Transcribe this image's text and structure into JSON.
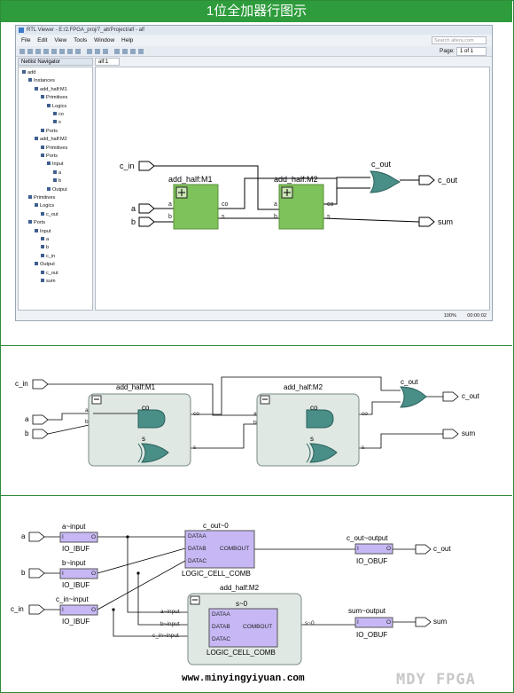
{
  "banner_title": "1位全加器行图示",
  "window": {
    "title": "RTL Viewer - E:/2.FPGA_proj/7_alt/Project/alf - alf",
    "menu": [
      "File",
      "Edit",
      "View",
      "Tools",
      "Window",
      "Help"
    ],
    "search_placeholder": "Search altera.com",
    "page_label": "Page:",
    "page_value": "1 of 1",
    "nav_title": "Netlist Navigator",
    "tab_name": "alf:1",
    "zoom": "100%",
    "time": "00:00:02",
    "tree": [
      {
        "level": 0,
        "label": "add"
      },
      {
        "level": 1,
        "label": "Instances"
      },
      {
        "level": 2,
        "label": "add_half:M1"
      },
      {
        "level": 3,
        "label": "Primitives"
      },
      {
        "level": 4,
        "label": "Logics"
      },
      {
        "level": 5,
        "label": "co"
      },
      {
        "level": 5,
        "label": "s"
      },
      {
        "level": 3,
        "label": "Ports"
      },
      {
        "level": 2,
        "label": "add_half:M2"
      },
      {
        "level": 3,
        "label": "Primitives"
      },
      {
        "level": 3,
        "label": "Ports"
      },
      {
        "level": 4,
        "label": "Input"
      },
      {
        "level": 5,
        "label": "a"
      },
      {
        "level": 5,
        "label": "b"
      },
      {
        "level": 4,
        "label": "Output"
      },
      {
        "level": 1,
        "label": "Primitives"
      },
      {
        "level": 2,
        "label": "Logics"
      },
      {
        "level": 3,
        "label": "c_out"
      },
      {
        "level": 1,
        "label": "Ports"
      },
      {
        "level": 2,
        "label": "Input"
      },
      {
        "level": 3,
        "label": "a"
      },
      {
        "level": 3,
        "label": "b"
      },
      {
        "level": 3,
        "label": "c_in"
      },
      {
        "level": 2,
        "label": "Output"
      },
      {
        "level": 3,
        "label": "c_out"
      },
      {
        "level": 3,
        "label": "sum"
      }
    ]
  },
  "rtl": {
    "c_in": "c_in",
    "a": "a",
    "b": "b",
    "m1": "add_half:M1",
    "m2": "add_half:M2",
    "c_out_gate": "c_out",
    "c_out": "c_out",
    "sum": "sum",
    "pin_a": "a",
    "pin_b": "b",
    "pin_co": "co",
    "pin_s": "s"
  },
  "gate": {
    "c_in": "c_in",
    "a": "a",
    "b": "b",
    "m1": "add_half:M1",
    "m2": "add_half:M2",
    "co": "co",
    "s": "s",
    "c_out_gate": "c_out",
    "c_out": "c_out",
    "sum": "sum",
    "pin_a": "a",
    "pin_b": "b",
    "pin_co": "co",
    "pin_s": "s"
  },
  "tech": {
    "a": "a",
    "b": "b",
    "c_in": "c_in",
    "a_input": "a~input",
    "b_input": "b~input",
    "c_in_input": "c_in~input",
    "io_ibuf": "IO_IBUF",
    "io_obuf": "IO_OBUF",
    "cout0": "c_out~0",
    "logic_cell": "LOGIC_CELL_COMB",
    "dataa": "DATAA",
    "datab": "DATAB",
    "datac": "DATAC",
    "combout": "COMBOUT",
    "cout_output": "c_out~output",
    "c_out": "c_out",
    "m2": "add_half:M2",
    "s0": "s~0",
    "a_in_pin": "a~input",
    "b_in_pin": "b~input",
    "c_in_pin": "c_in~input",
    "s0_wire": "s~0",
    "sum_output": "sum~output",
    "sum": "sum",
    "pin_i": "I",
    "pin_o": "O"
  },
  "watermark": "www.minyingyiyuan.com",
  "brand": "MDY FPGA",
  "colors": {
    "banner": "#2e9c3c",
    "rtl_block": "#7dc25a",
    "gate_block": "#dfe8e3",
    "gate_fill": "#4a8e88",
    "tech_block": "#c7b8f5"
  }
}
